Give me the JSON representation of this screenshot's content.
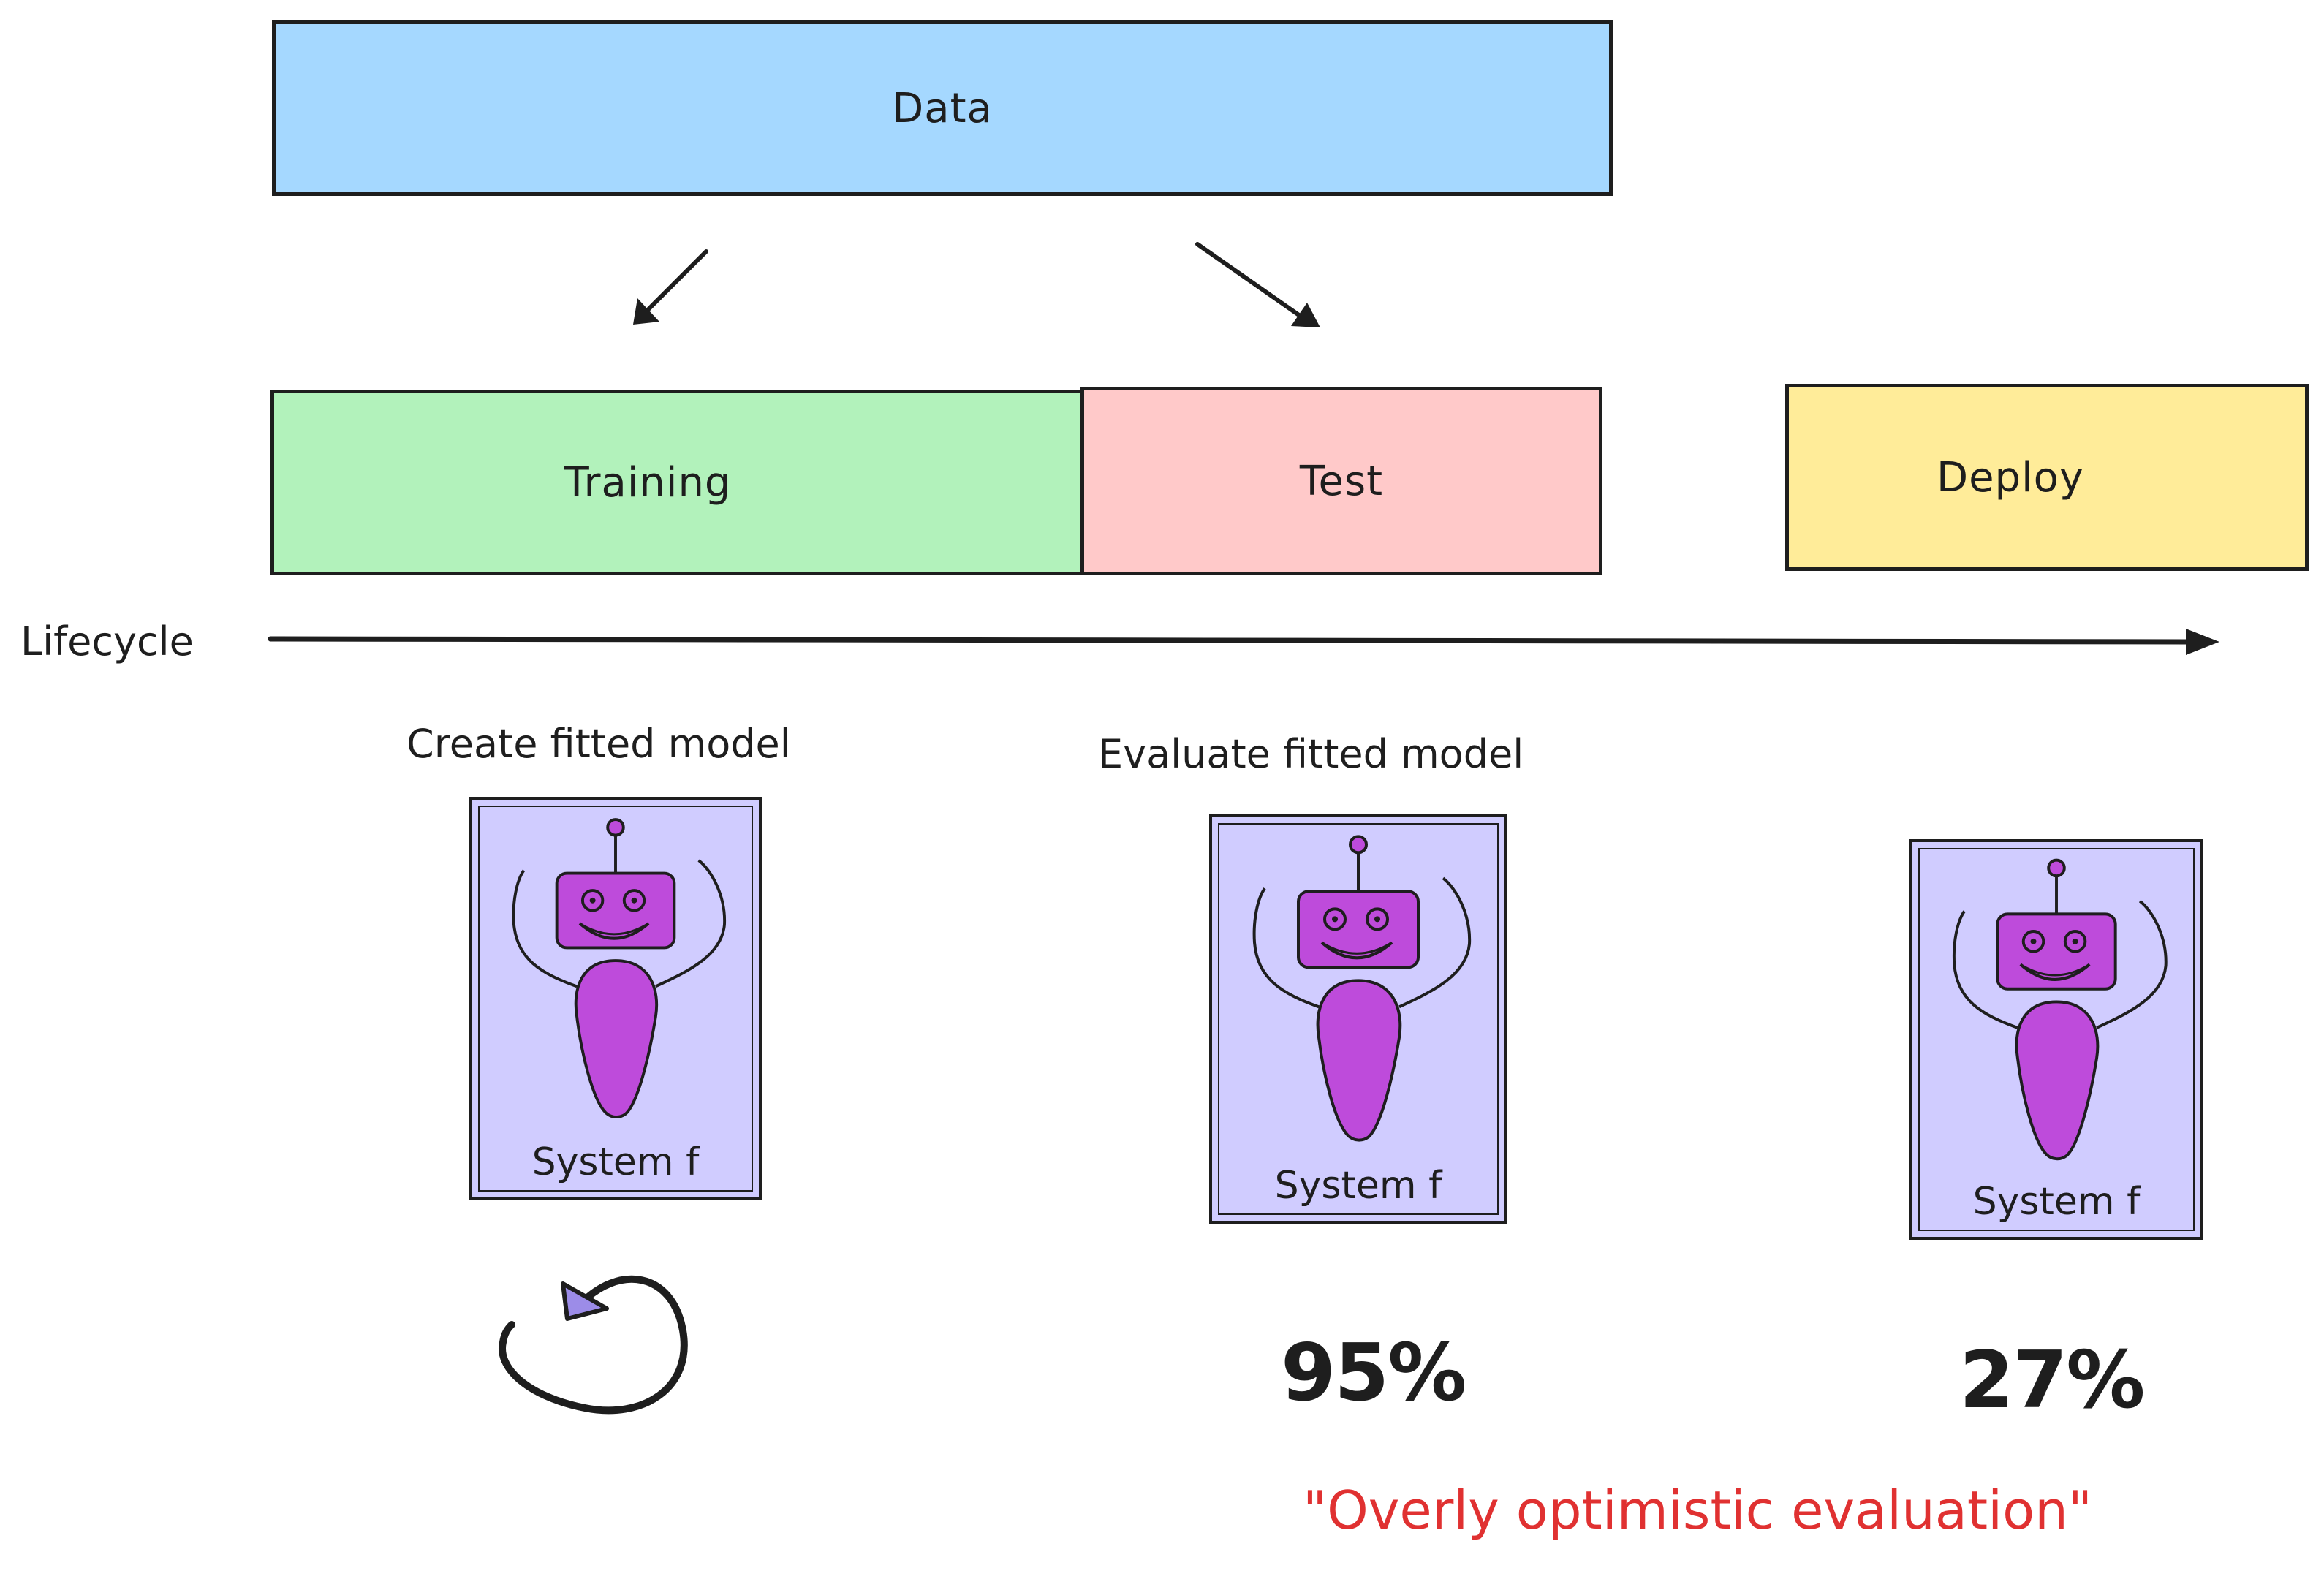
{
  "colors": {
    "data_fill": "#a5d8ff",
    "training_fill": "#b2f2bb",
    "test_fill": "#ffc9c9",
    "deploy_fill": "#ffec99",
    "card_fill": "#d0ccff",
    "robot_fill": "#be4bdb",
    "stroke": "#1e1e1e",
    "note_color": "#e03131"
  },
  "boxes": {
    "data": "Data",
    "training": "Training",
    "test": "Test",
    "deploy": "Deploy"
  },
  "timeline": {
    "label": "Lifecycle"
  },
  "stages": {
    "training_caption": "Create fitted model",
    "test_caption": "Evaluate fitted model"
  },
  "cards": {
    "training": "System f",
    "test": "System f",
    "deploy": "System f"
  },
  "metrics": {
    "test": "95%",
    "deploy": "27%"
  },
  "note": "\"Overly optimistic evaluation\""
}
